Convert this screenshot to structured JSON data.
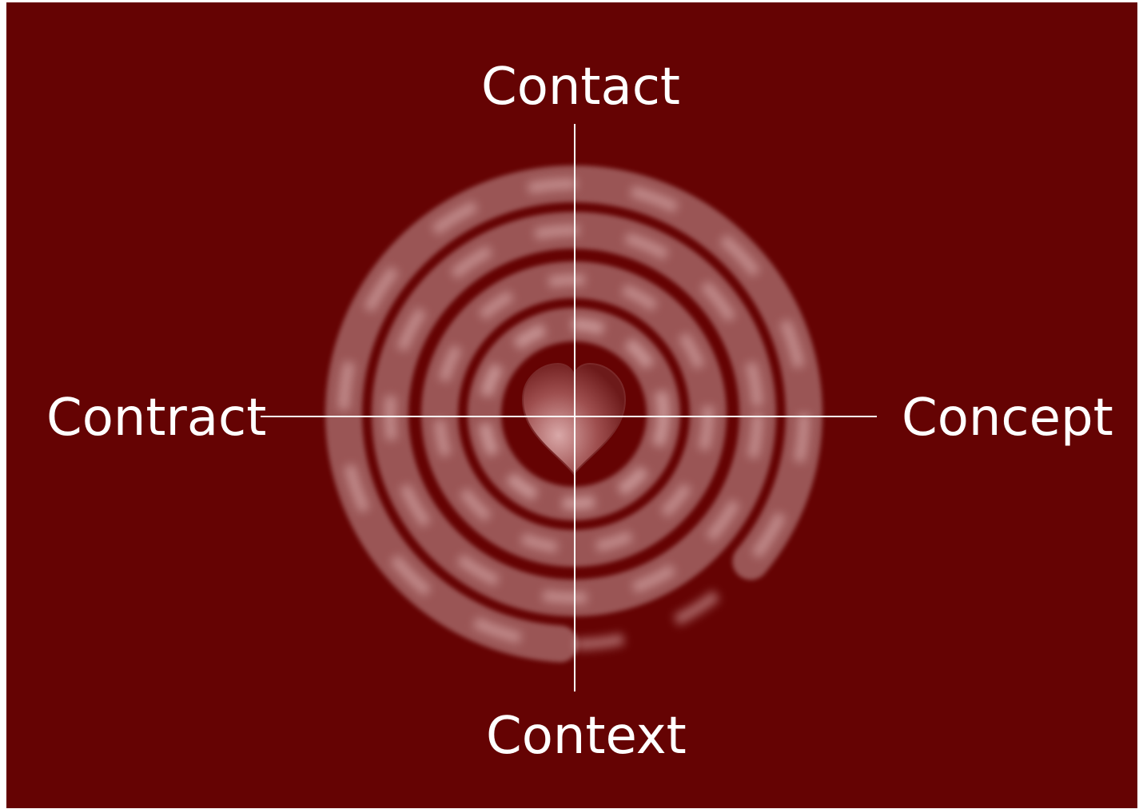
{
  "diagram": {
    "background_color": "#650303",
    "line_color": "#ffffff",
    "center_icon": "heart-icon",
    "background_art": "spiral-rings",
    "labels": {
      "top": "Contact",
      "left": "Contract",
      "right": "Concept",
      "bottom": "Context"
    }
  }
}
